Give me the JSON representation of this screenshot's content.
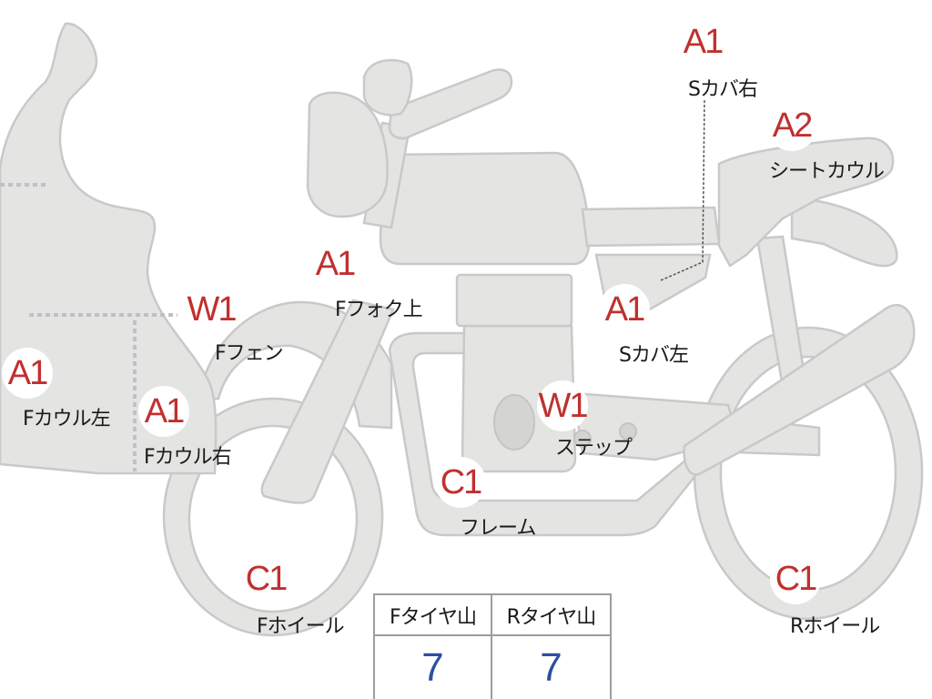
{
  "grades": [
    {
      "id": "s-cover-right",
      "grade": "A1",
      "label": "Sカバ右"
    },
    {
      "id": "seat-cowl",
      "grade": "A2",
      "label": "シートカウル"
    },
    {
      "id": "f-fork-upper",
      "grade": "A1",
      "label": "Fフォク上"
    },
    {
      "id": "f-fender",
      "grade": "W1",
      "label": "Fフェン"
    },
    {
      "id": "s-cover-left",
      "grade": "A1",
      "label": "Sカバ左"
    },
    {
      "id": "f-cowl-left",
      "grade": "A1",
      "label": "Fカウル左"
    },
    {
      "id": "f-cowl-right",
      "grade": "A1",
      "label": "Fカウル右"
    },
    {
      "id": "step",
      "grade": "W1",
      "label": "ステップ"
    },
    {
      "id": "frame",
      "grade": "C1",
      "label": "フレーム"
    },
    {
      "id": "f-wheel",
      "grade": "C1",
      "label": "Fホイール"
    },
    {
      "id": "r-wheel",
      "grade": "C1",
      "label": "Rホイール"
    }
  ],
  "tread": {
    "front_label": "Fタイヤ山",
    "front_value": "7",
    "rear_label": "Rタイヤ山",
    "rear_value": "7"
  },
  "colors": {
    "grade_text": "#c0302f",
    "tread_value": "#2c4f9e",
    "part_fill": "#e4e4e2"
  }
}
